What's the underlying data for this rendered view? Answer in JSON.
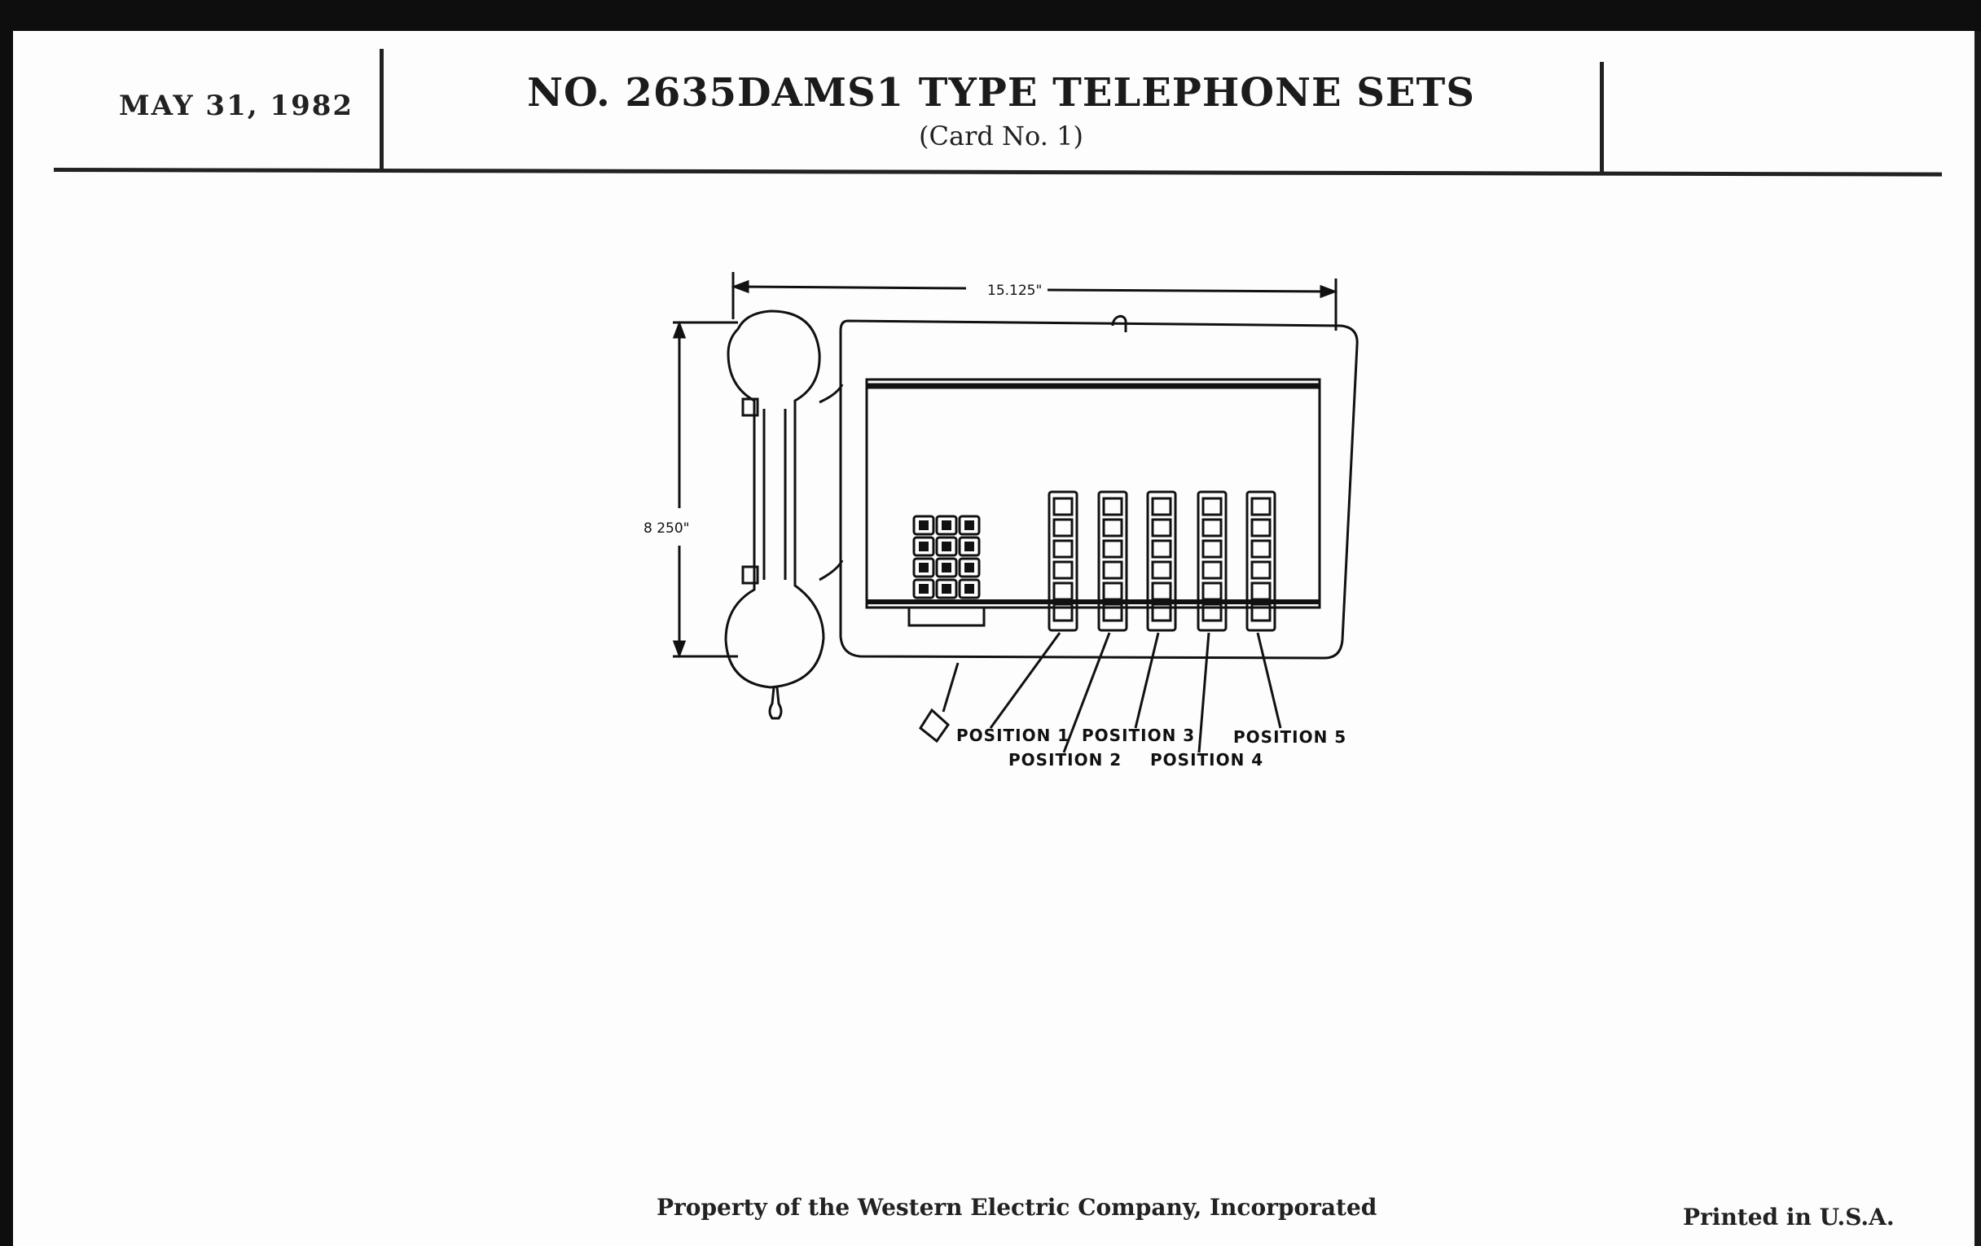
{
  "header": {
    "date": "MAY 31, 1982",
    "title": "NO. 2635DAMS1 TYPE TELEPHONE SETS",
    "subtitle": "(Card No. 1)"
  },
  "figure": {
    "width_dim": "15.125\"",
    "height_dim": "8 250\"",
    "positions": [
      "POSITION 1",
      "POSITION 2",
      "POSITION 3",
      "POSITION 4",
      "POSITION 5"
    ]
  },
  "footer": {
    "property_text": "Property of the Western Electric Company, Incorporated",
    "printed_text": "Printed in U.S.A."
  }
}
